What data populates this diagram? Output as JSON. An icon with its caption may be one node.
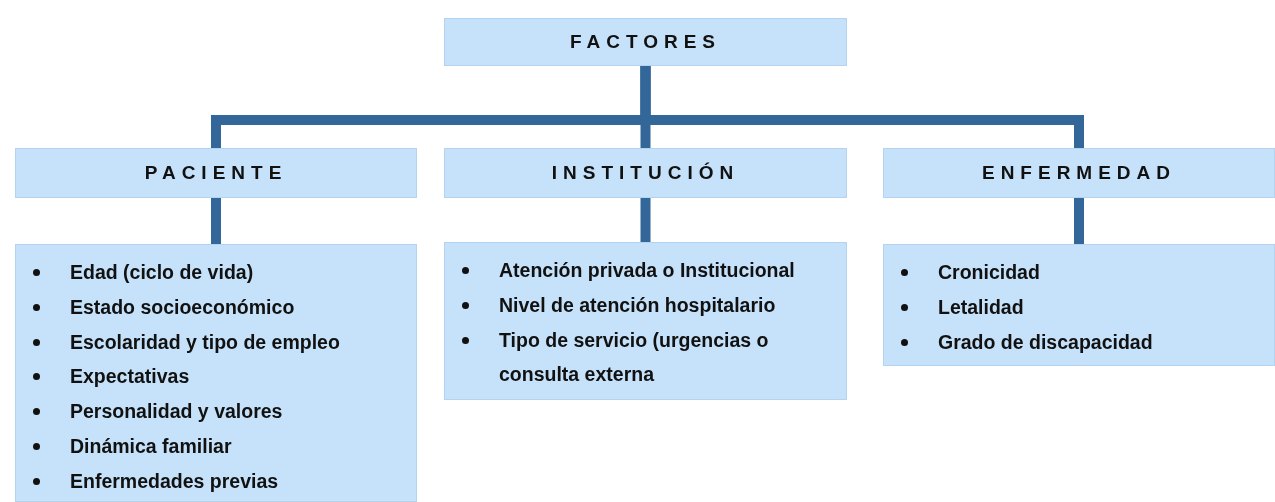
{
  "diagram": {
    "nodes": [
      {
        "text": [
          "FACTORES"
        ]
      },
      {
        "text": [
          "PACIENTE"
        ]
      },
      {
        "text": [
          "INSTITUCIÓN"
        ]
      },
      {
        "text": [
          "ENFERMEDAD"
        ]
      },
      {
        "text": [
          "Edad (ciclo de vida)",
          "Estado socioeconómico",
          "Escolaridad y tipo de empleo",
          "Expectativas",
          "Personalidad y valores",
          "Dinámica familiar",
          "Enfermedades previas"
        ]
      },
      {
        "text": [
          "Atención privada o Institucional",
          "Nivel de atención hospitalario",
          "Tipo de servicio (urgencias o consulta externa"
        ]
      },
      {
        "text": [
          "Cronicidad",
          "Letalidad",
          "Grado de discapacidad"
        ]
      }
    ],
    "edges": [
      {
        "from": 0,
        "to": 1,
        "arrow": "none"
      },
      {
        "from": 0,
        "to": 2,
        "arrow": "none"
      },
      {
        "from": 0,
        "to": 3,
        "arrow": "none"
      },
      {
        "from": 1,
        "to": 4,
        "arrow": "none"
      },
      {
        "from": 2,
        "to": 5,
        "arrow": "none"
      },
      {
        "from": 3,
        "to": 6,
        "arrow": "none"
      }
    ]
  }
}
